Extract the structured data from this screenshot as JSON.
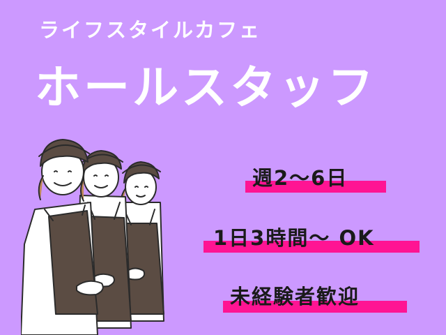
{
  "banner": {
    "subtitle": "ライフスタイルカフェ",
    "title": "ホールスタッフ",
    "points": [
      "週2〜6日",
      "1日3時間〜 OK",
      "未経験者歓迎"
    ]
  },
  "colors": {
    "background": "#cc99ff",
    "highlight": "#ff1493",
    "text_white": "#ffffff",
    "text_dark": "#1a1a1a",
    "apron": "#5b4c43"
  },
  "icons": [
    "three-staff-illustration"
  ]
}
